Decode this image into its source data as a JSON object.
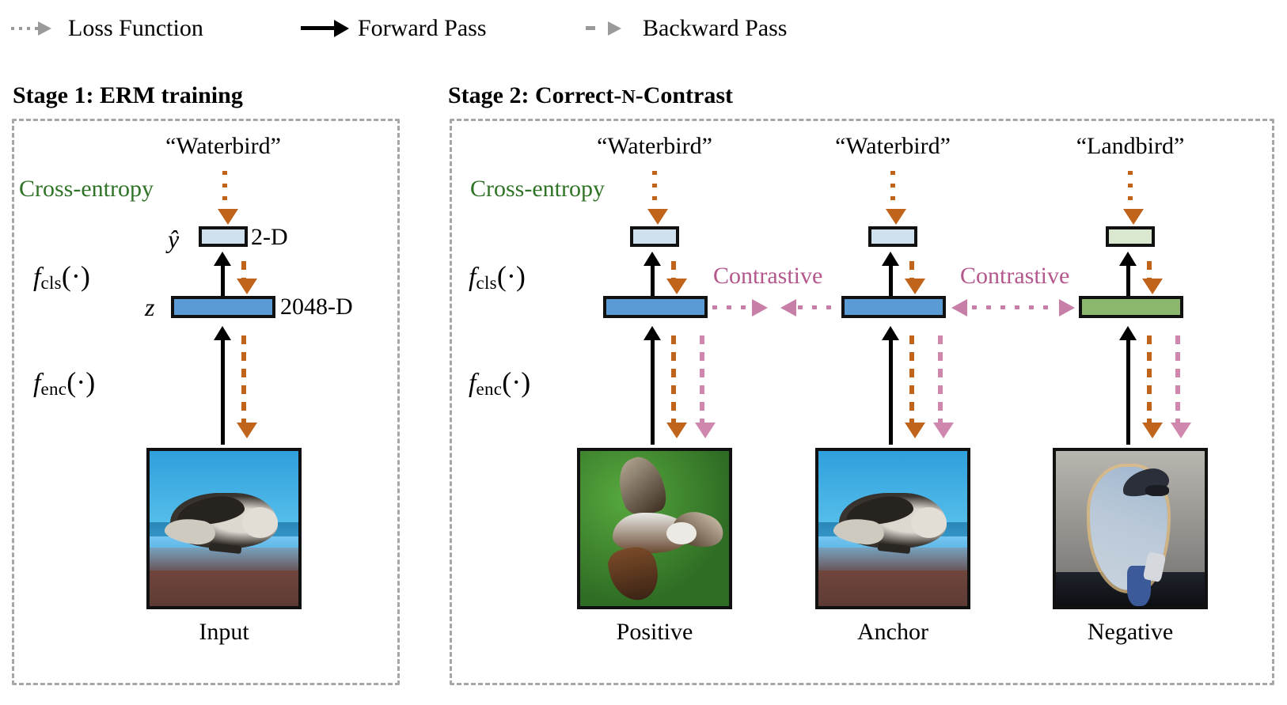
{
  "legend": {
    "items": [
      {
        "label": "Loss Function",
        "style": "dotted",
        "color": "#9a9a9a"
      },
      {
        "label": "Forward Pass",
        "style": "solid",
        "color": "#000000"
      },
      {
        "label": "Backward Pass",
        "style": "dashed",
        "color": "#9a9a9a"
      }
    ]
  },
  "stages": [
    {
      "title_prefix": "Stage 1: ERM training",
      "prediction_label": "“Waterbird”",
      "loss_label": "Cross-entropy",
      "fn_cls": {
        "name": "f",
        "sub": "cls",
        "arg": "(·)"
      },
      "fn_enc": {
        "name": "f",
        "sub": "enc",
        "arg": "(·)"
      },
      "yhat_label": "ŷ",
      "yhat_dim": "2-D",
      "z_label": "z",
      "z_dim": "2048-D",
      "input_label": "Input"
    },
    {
      "title_main": "Stage 2: Correct-",
      "title_smallcap": "N",
      "title_tail": "-Contrast",
      "loss_label": "Cross-entropy",
      "fn_cls": {
        "name": "f",
        "sub": "cls",
        "arg": "(·)"
      },
      "fn_enc": {
        "name": "f",
        "sub": "enc",
        "arg": "(·)"
      },
      "contrastive_labels": [
        "Contrastive",
        "Contrastive"
      ],
      "columns": [
        {
          "prediction_label": "“Waterbird”",
          "bottom_label": "Positive",
          "logit_color": "#cfe0ef",
          "embed_color": "#5b9bd5"
        },
        {
          "prediction_label": "“Waterbird”",
          "bottom_label": "Anchor",
          "logit_color": "#cfe0ef",
          "embed_color": "#5b9bd5"
        },
        {
          "prediction_label": "“Landbird”",
          "bottom_label": "Negative",
          "logit_color": "#d9e8cf",
          "embed_color": "#8cb86e"
        }
      ]
    }
  ],
  "colors": {
    "loss_arrow": "#c0631b",
    "backward_arrow_orange": "#c0631b",
    "backward_arrow_pink": "#cf87ae",
    "contrastive_text": "#b4578c",
    "contrastive_arrow": "#c77fa8",
    "cross_entropy_text": "#2f7326",
    "panel_border": "#a6a6a6",
    "embed_blue": "#5b9bd5",
    "logit_blue": "#cfe0ef",
    "embed_green": "#8cb86e",
    "logit_green": "#d9e8cf"
  }
}
